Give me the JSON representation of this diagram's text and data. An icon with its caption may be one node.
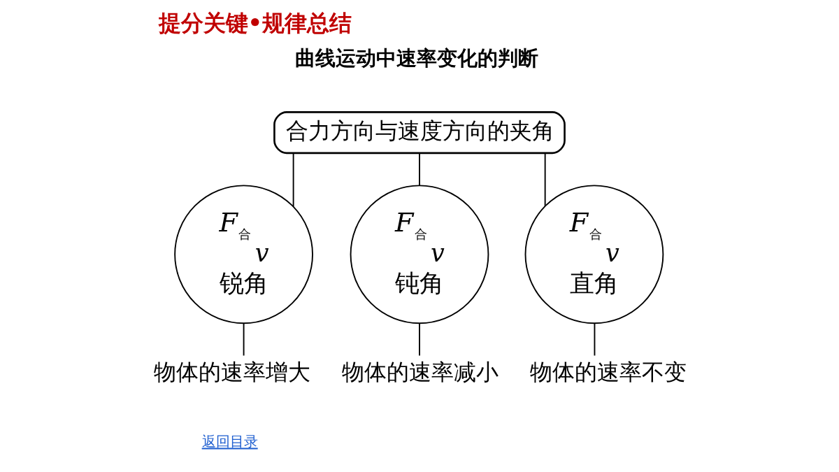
{
  "diagram": {
    "title": "提分关键•规律总结",
    "nodes": [
      {
        "text": [
          "合力方向与速度方向的夹角"
        ]
      },
      {
        "text": [
          "*F*$_{合}$",
          "v",
          "锐角"
        ]
      },
      {
        "text": [
          "*F*$_{合}$",
          "v",
          "钝角"
        ]
      },
      {
        "text": [
          "*F*$_{合}$",
          "v",
          "直角"
        ]
      },
      {
        "text": [
          "物体的速率增大"
        ]
      },
      {
        "text": [
          "物体的速率减小"
        ]
      },
      {
        "text": [
          "物体的速率不变"
        ]
      }
    ],
    "edges": [
      {
        "from": 0,
        "to": 1,
        "arrow": "none"
      },
      {
        "from": 0,
        "to": 2,
        "arrow": "none"
      },
      {
        "from": 0,
        "to": 3,
        "arrow": "none"
      },
      {
        "from": 1,
        "to": 4,
        "arrow": "none"
      },
      {
        "from": 2,
        "to": 5,
        "arrow": "none"
      },
      {
        "from": 3,
        "to": 6,
        "arrow": "none"
      }
    ],
    "labels": [
      "曲线运动中速率变化的判断",
      "返回目录"
    ]
  }
}
